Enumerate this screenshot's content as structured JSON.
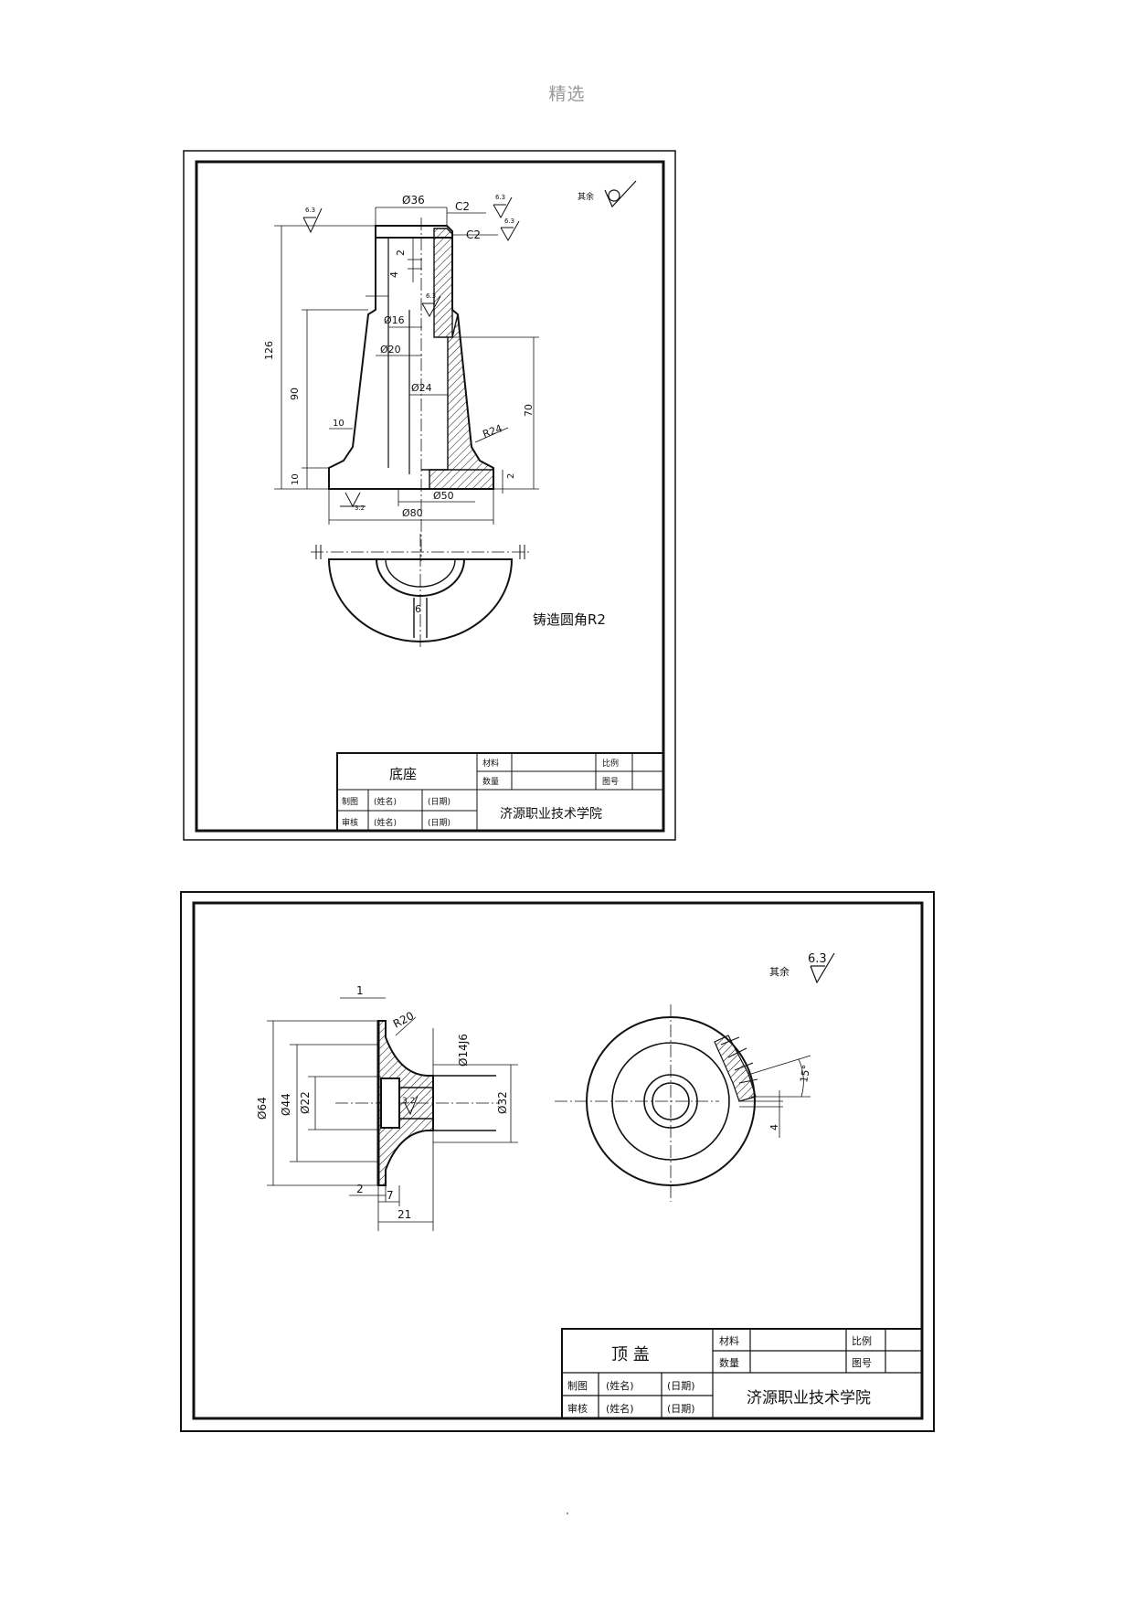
{
  "page": {
    "header": "精选"
  },
  "drawing1": {
    "surface_note": "其余",
    "roughness": {
      "r1": "6.3",
      "r2": "6.3",
      "r3": "6.3",
      "r4": "6.3",
      "r5": "3.2"
    },
    "dims": {
      "d36": "Ø36",
      "c2a": "C2",
      "c2b": "C2",
      "h126": "126",
      "h90": "90",
      "h70": "70",
      "h10": "10",
      "w10": "10",
      "v2": "2",
      "v4": "4",
      "v2b": "2",
      "v1": "10",
      "d16": "Ø16",
      "d20": "Ø20",
      "d24": "Ø24",
      "d50": "Ø50",
      "d80": "Ø80",
      "r24": "R24",
      "w6": "6"
    },
    "note": "铸造圆角R2",
    "title_block": {
      "name": "底座",
      "material_label": "材料",
      "scale_label": "比例",
      "quantity_label": "数量",
      "drawing_no_label": "图号",
      "drawn_label": "制图",
      "checked_label": "审核",
      "signature": "(姓名)",
      "date": "(日期)",
      "school": "济源职业技术学院"
    }
  },
  "drawing2": {
    "surface_note": "其余",
    "roughness": {
      "main": "6.3",
      "inner": "3.2"
    },
    "dims": {
      "v1": "1",
      "r20": "R20",
      "d14": "Ø14J6",
      "d64": "Ø64",
      "d44": "Ø44",
      "d22": "Ø22",
      "d32": "Ø32",
      "w2": "2",
      "w7": "7",
      "w21": "21",
      "ang15": "15°",
      "v4": "4"
    },
    "title_block": {
      "name": "顶 盖",
      "material_label": "材料",
      "scale_label": "比例",
      "quantity_label": "数量",
      "drawing_no_label": "图号",
      "drawn_label": "制图",
      "checked_label": "审核",
      "signature": "(姓名)",
      "date": "(日期)",
      "school": "济源职业技术学院"
    }
  }
}
